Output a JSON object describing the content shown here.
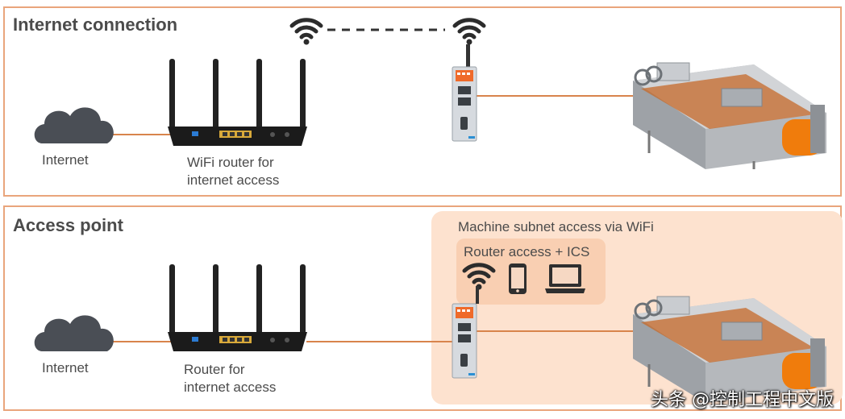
{
  "sections": {
    "internet_connection": {
      "title": "Internet connection",
      "internet_label": "Internet",
      "router_label_1": "WiFi router for",
      "router_label_2": "internet access"
    },
    "access_point": {
      "title": "Access point",
      "internet_label": "Internet",
      "router_label_1": "Router for",
      "router_label_2": "internet access",
      "subnet_label": "Machine subnet access via WiFi",
      "router_ics_label": "Router access + ICS"
    }
  },
  "icons": [
    "cloud-icon",
    "wifi-router-icon",
    "wifi-icon",
    "gateway-device-icon",
    "smartphone-icon",
    "laptop-icon",
    "packaging-machine-icon"
  ],
  "colors": {
    "border": "#e9a57c",
    "line": "#d8844c",
    "peach": "#fde2cf",
    "machine_accent": "#f07c0c"
  },
  "watermark": "头条 @控制工程中文版"
}
